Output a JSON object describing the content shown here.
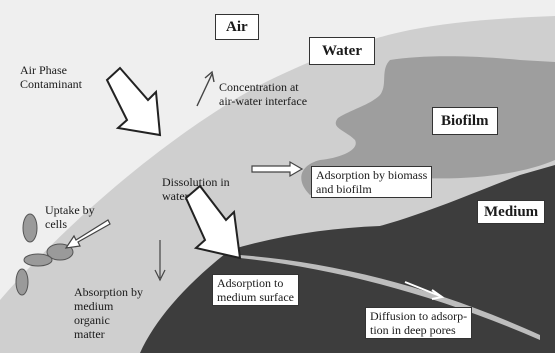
{
  "diagram": {
    "regions": {
      "air": "Air",
      "water": "Water",
      "biofilm": "Biofilm",
      "medium": "Medium"
    },
    "labels": {
      "air_phase_contaminant": "Air Phase\nContaminant",
      "concentration": "Concentration at\nair-water interface",
      "dissolution": "Dissolution in\nwater",
      "uptake": "Uptake by\ncells",
      "absorption_medium": "Absorption by\nmedium\norganic\nmatter",
      "adsorption_biomass": "Adsorption by biomass\nand biofilm",
      "adsorption_surface": "Adsorption to\nmedium  surface",
      "diffusion": "Diffusion to adsorp-\ntion in deep pores"
    },
    "colors": {
      "background": "#efefef",
      "water": "#cfcfcf",
      "biofilm": "#9e9e9e",
      "medium": "#3d3d3d"
    }
  }
}
